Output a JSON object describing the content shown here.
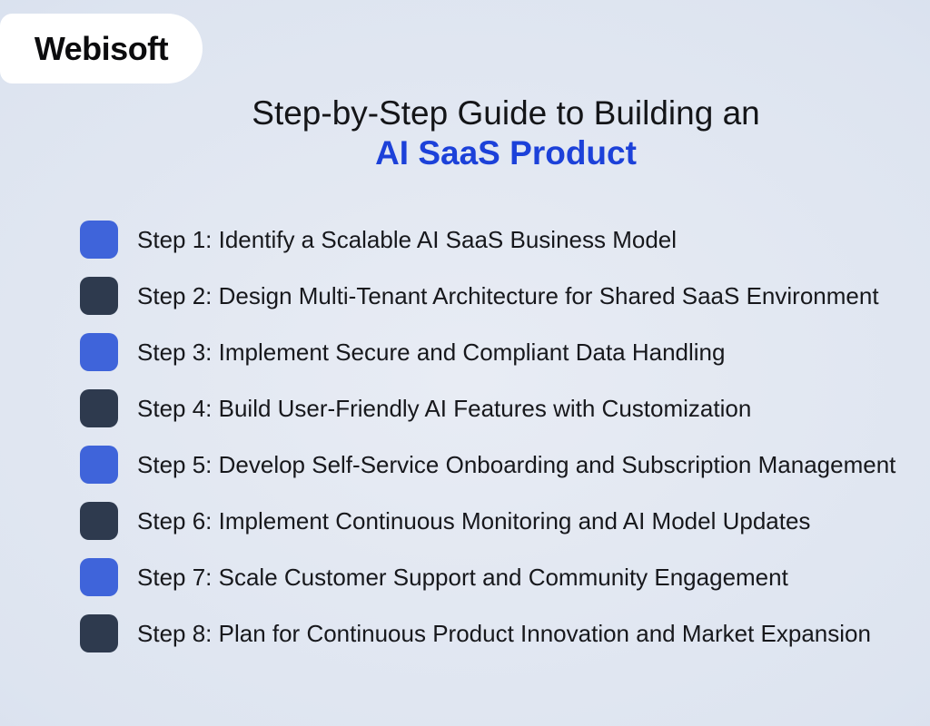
{
  "brand": {
    "logo_text": "Webisoft"
  },
  "header": {
    "title_line1": "Step-by-Step Guide to Building an",
    "title_line2": "AI SaaS Product"
  },
  "steps": [
    {
      "label": "Step 1: Identify a Scalable AI SaaS Business Model",
      "marker_color": "blue"
    },
    {
      "label": "Step 2: Design Multi-Tenant Architecture for Shared SaaS Environment",
      "marker_color": "dark"
    },
    {
      "label": "Step 3: Implement Secure and Compliant Data Handling",
      "marker_color": "blue"
    },
    {
      "label": "Step 4: Build User-Friendly AI Features with Customization",
      "marker_color": "dark"
    },
    {
      "label": "Step 5: Develop Self-Service Onboarding and Subscription Management",
      "marker_color": "blue"
    },
    {
      "label": "Step 6: Implement Continuous Monitoring and AI Model Updates",
      "marker_color": "dark"
    },
    {
      "label": "Step 7: Scale Customer Support and Community Engagement",
      "marker_color": "blue"
    },
    {
      "label": "Step 8: Plan for Continuous Product Innovation and Market Expansion",
      "marker_color": "dark"
    }
  ],
  "colors": {
    "accent_blue": "#3f64da",
    "dark_navy": "#2e3a4e",
    "title_blue": "#1c41d9",
    "title_dark": "#141518",
    "step_text": "#17181c",
    "logo_text_color": "#0c0c0e",
    "background_center": "#e8ecf4",
    "background_mid": "#dde4f0",
    "background_edge": "#ccd6e8"
  }
}
